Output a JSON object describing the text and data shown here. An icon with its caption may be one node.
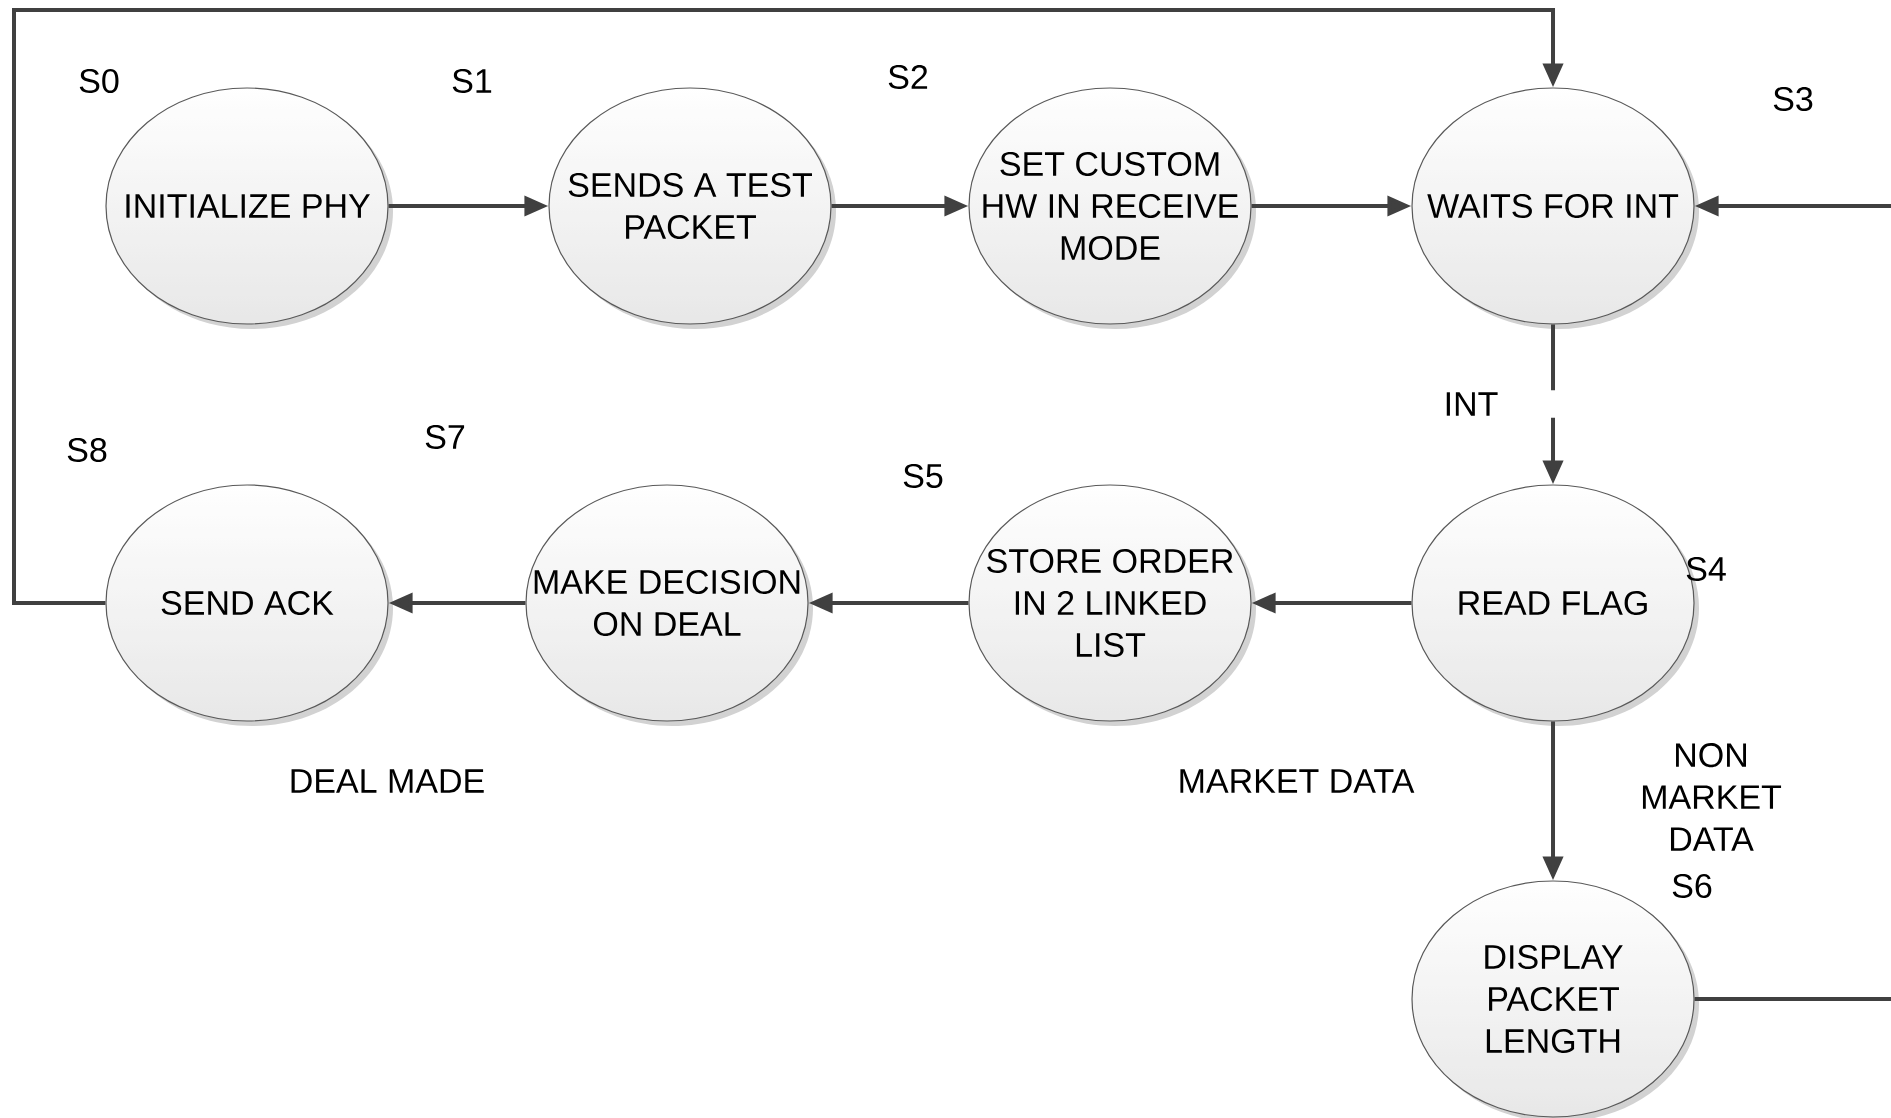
{
  "diagram": {
    "nodes": [
      {
        "text": [
          "INITIALIZE PHY"
        ],
        "beside": [
          "S0"
        ]
      },
      {
        "text": [
          "SENDS A TEST PACKET"
        ],
        "beside": [
          "S1"
        ]
      },
      {
        "text": [
          "SET CUSTOM HW IN RECEIVE MODE"
        ],
        "beside": [
          "S2"
        ]
      },
      {
        "text": [
          "WAITS FOR INT"
        ],
        "beside": [
          "S3"
        ]
      },
      {
        "text": [
          "SEND ACK"
        ],
        "beside": [
          "S8"
        ]
      },
      {
        "text": [
          "MAKE DECISION ON DEAL"
        ],
        "beside": [
          "S7"
        ]
      },
      {
        "text": [
          "STORE ORDER IN 2 LINKED LIST"
        ],
        "beside": [
          "S5"
        ]
      },
      {
        "text": [
          "READ FLAG"
        ],
        "beside": [
          "S4"
        ]
      },
      {
        "text": [
          "DISPLAY PACKET LENGTH"
        ],
        "beside": [
          "S6"
        ]
      }
    ],
    "edges": [
      {
        "from": 0,
        "to": 1,
        "arrow": "to"
      },
      {
        "from": 1,
        "to": 2,
        "arrow": "to"
      },
      {
        "from": 2,
        "to": 3,
        "arrow": "to"
      },
      {
        "from": 3,
        "to": 7,
        "arrow": "to",
        "label": "INT"
      },
      {
        "from": 7,
        "to": 6,
        "arrow": "to"
      },
      {
        "from": 6,
        "to": 5,
        "arrow": "to"
      },
      {
        "from": 5,
        "to": 4,
        "arrow": "to"
      },
      {
        "from": 4,
        "to": 3,
        "arrow": "to"
      },
      {
        "from": 7,
        "to": 8,
        "arrow": "to",
        "label": "NON MARKET DATA"
      },
      {
        "from": 8,
        "to": null,
        "arrow": "none"
      },
      {
        "from": null,
        "to": 3,
        "arrow": "to"
      }
    ],
    "labels": [
      "DEAL MADE",
      "MARKET DATA"
    ]
  }
}
